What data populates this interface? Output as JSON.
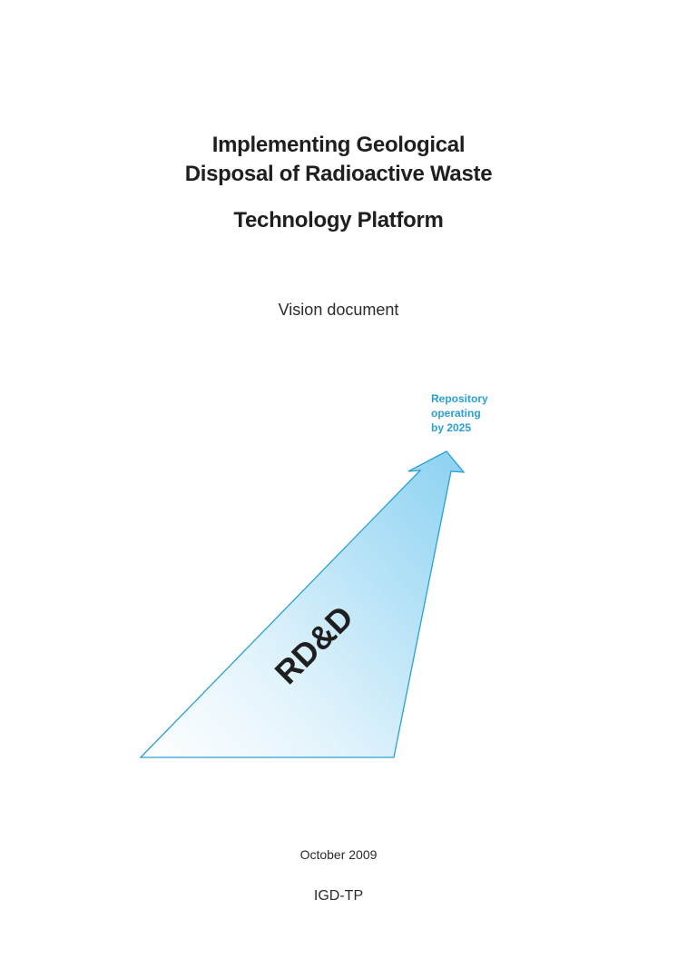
{
  "title": {
    "line1": "Implementing Geological",
    "line2": "Disposal of Radioactive Waste"
  },
  "subtitle": "Technology Platform",
  "doc_type": "Vision document",
  "arrow": {
    "label": "RD&D",
    "goal_lines": [
      "Repository",
      "operating",
      "by 2025"
    ],
    "gradient_start": "#ffffff",
    "gradient_end": "#8fd3f2",
    "outline_color": "#2a9fd6"
  },
  "date": "October 2009",
  "org": "IGD-TP"
}
